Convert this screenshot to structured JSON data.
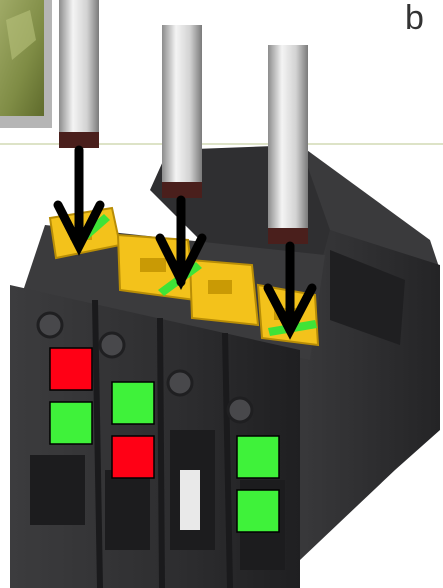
{
  "figure": {
    "corner_label": "b"
  },
  "colors": {
    "background": "#ffffff",
    "thumbnail_border": "#a9a9a9",
    "thumbnail_fill": "#7f8c45",
    "divider_line": "#dde3c7",
    "housing_dark": "#2c2c2e",
    "housing_mid": "#3a3a3c",
    "housing_light": "#4a4a4d",
    "clamp_yellow": "#f3c21b",
    "clamp_yellow_shade": "#c99a05",
    "green_marker": "#3fe337",
    "indicator_red": "#ff0015",
    "indicator_green": "#3ff23a",
    "arrow": "#000000",
    "screwdriver_blade": "#e6e6e6",
    "screwdriver_shadow": "#9a9a9a",
    "screwdriver_tip": "#4a1f1c"
  },
  "screwdrivers": [
    {
      "name": "screwdriver-1"
    },
    {
      "name": "screwdriver-2"
    },
    {
      "name": "screwdriver-3"
    }
  ],
  "indicators": {
    "note": "",
    "grid": [
      {
        "column": 1,
        "upper": "red",
        "lower": "green"
      },
      {
        "column": 2,
        "upper": "green",
        "lower": "red"
      },
      {
        "column": 3,
        "upper": "none",
        "lower": "none"
      },
      {
        "column": 4,
        "upper": "green",
        "lower": "green"
      }
    ]
  }
}
